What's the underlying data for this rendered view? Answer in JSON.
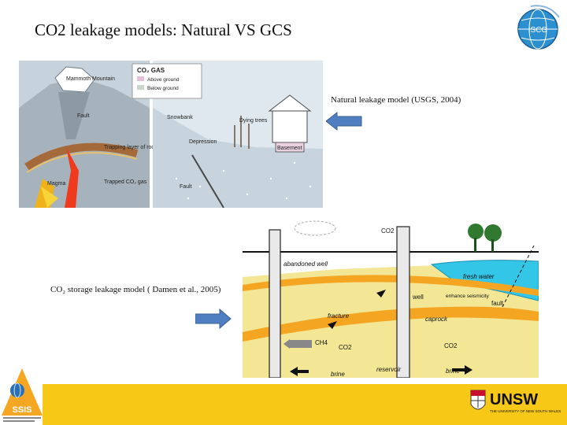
{
  "slide": {
    "title": "CO2 leakage models: Natural VS GCS"
  },
  "natural_figure": {
    "caption": "Natural leakage model (USGS, 2004)",
    "legend_title": "CO₂ GAS",
    "legend_above": "Above ground",
    "legend_below": "Below ground",
    "labels": {
      "mountain": "Mammoth Mountain",
      "fault_upper": "Fault",
      "trapping": "Trapping layer of rock",
      "magma": "Magma",
      "trapped": "Trapped CO₂ gas",
      "snowbank": "Snowbank",
      "dying_trees": "Dying trees",
      "depression": "Depression",
      "basement": "Basement",
      "fault_lower": "Fault"
    }
  },
  "gcs_figure": {
    "caption": "CO₂ storage leakage model ( Damen et al., 2005)",
    "labels": {
      "co2_top": "CO2",
      "abandoned_well": "abandoned well",
      "fresh_water": "fresh water",
      "well": "well",
      "seismicity": "enhance seismicity",
      "fault": "fault",
      "fracture": "fracture",
      "caprock": "caprock",
      "ch4": "CH4",
      "co2_left": "CO2",
      "co2_right": "CO2",
      "brine_left": "brine",
      "reservoir": "reservoir",
      "brine_right": "brine"
    }
  },
  "logos": {
    "iscg_text": "ISCG",
    "ssis_text": "SSIS",
    "unsw_text": "UNSW",
    "unsw_sub": "THE UNIVERSITY OF NEW SOUTH WALES"
  },
  "colors": {
    "footer": "#f7c816",
    "arrow": "#4f7fc1",
    "water": "#33c6e6",
    "sand": "#f3e796",
    "caprock": "#f4a623"
  }
}
